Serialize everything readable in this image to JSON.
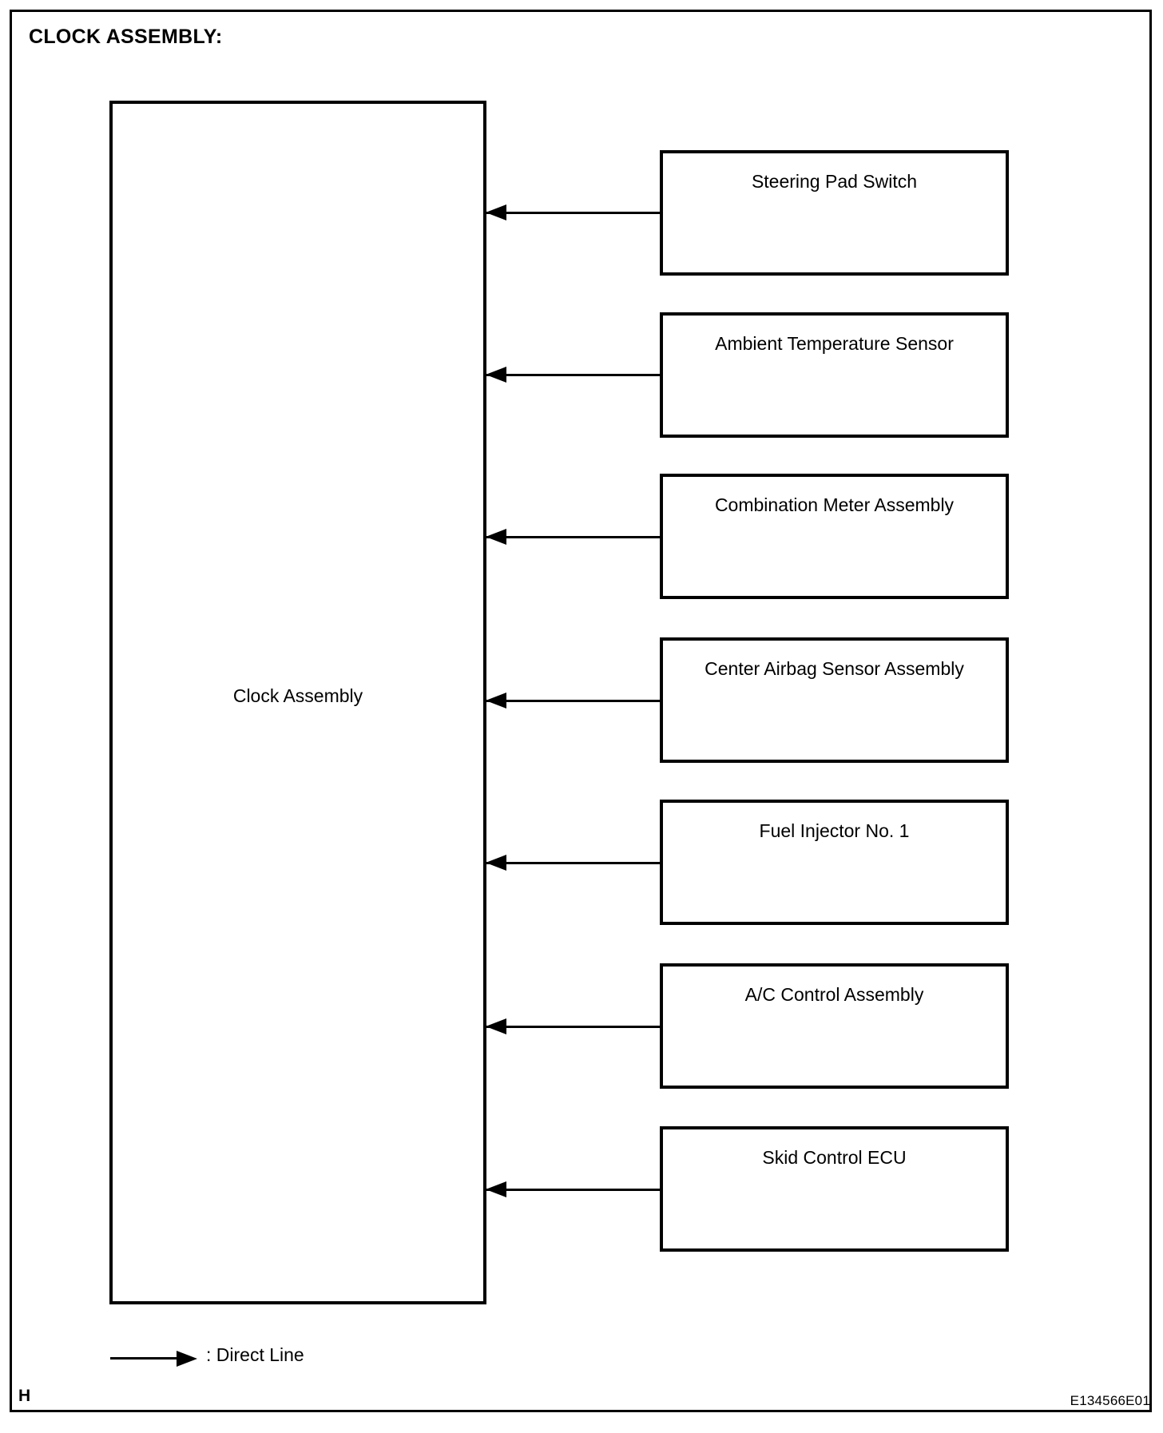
{
  "document": {
    "title": "CLOCK ASSEMBLY:",
    "page_letter": "H",
    "figure_code": "E134566E01"
  },
  "diagram": {
    "type": "block-diagram",
    "main_node": {
      "label": "Clock Assembly",
      "name": "clock-assembly"
    },
    "connection_type": "Direct Line",
    "arrow_direction": "to-main",
    "nodes": [
      {
        "label": "Steering Pad Switch",
        "name": "steering-pad-switch"
      },
      {
        "label": "Ambient Temperature Sensor",
        "name": "ambient-temperature-sensor"
      },
      {
        "label": "Combination Meter Assembly",
        "name": "combination-meter-assembly"
      },
      {
        "label": "Center Airbag Sensor Assembly",
        "name": "center-airbag-sensor-assembly"
      },
      {
        "label": "Fuel Injector No. 1",
        "name": "fuel-injector-no-1"
      },
      {
        "label": "A/C Control Assembly",
        "name": "ac-control-assembly"
      },
      {
        "label": "Skid Control ECU",
        "name": "skid-control-ecu"
      }
    ]
  },
  "legend": {
    "symbol_label": ": Direct Line"
  },
  "colors": {
    "ink": "#000000",
    "paper": "#ffffff"
  }
}
